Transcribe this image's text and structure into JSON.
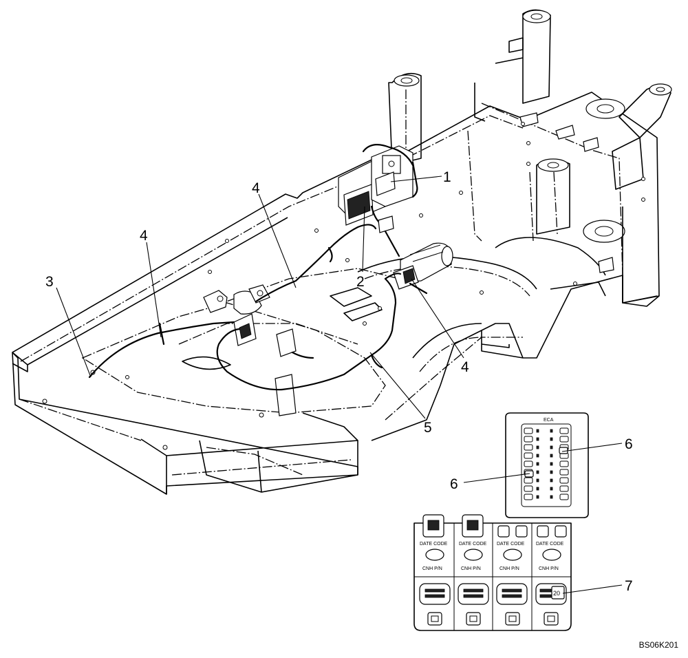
{
  "callouts": [
    {
      "id": "c1",
      "text": "1"
    },
    {
      "id": "c2",
      "text": "2"
    },
    {
      "id": "c3",
      "text": "3"
    },
    {
      "id": "c4a",
      "text": "4"
    },
    {
      "id": "c4b",
      "text": "4"
    },
    {
      "id": "c4c",
      "text": "4"
    },
    {
      "id": "c5",
      "text": "5"
    },
    {
      "id": "c6a",
      "text": "6"
    },
    {
      "id": "c6b",
      "text": "6"
    },
    {
      "id": "c7",
      "text": "7"
    }
  ],
  "relay_labels": {
    "date_code": "DATE CODE",
    "cnh_pn": "CNH P/N"
  },
  "fuse_panel_label": "ECA",
  "relay_number": "20",
  "drawing_code": "BS06K201"
}
